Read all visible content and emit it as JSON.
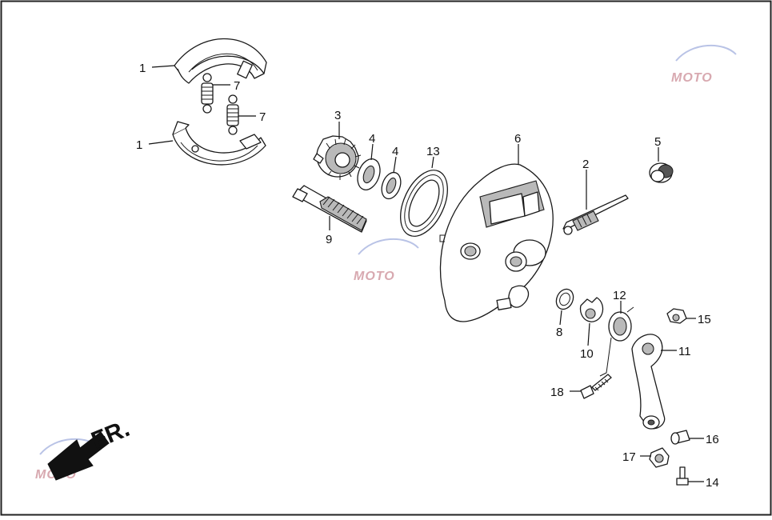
{
  "watermark": {
    "text": "MOTO",
    "color": "#d8a9b0",
    "icon": "moto-watermark-icon"
  },
  "direction": {
    "label": "FR.",
    "icon": "arrow-front-icon"
  },
  "callouts": [
    {
      "id": "1a",
      "label": "1"
    },
    {
      "id": "1b",
      "label": "1"
    },
    {
      "id": "7a",
      "label": "7"
    },
    {
      "id": "7b",
      "label": "7"
    },
    {
      "id": "3",
      "label": "3"
    },
    {
      "id": "4a",
      "label": "4"
    },
    {
      "id": "4b",
      "label": "4"
    },
    {
      "id": "13",
      "label": "13"
    },
    {
      "id": "6",
      "label": "6"
    },
    {
      "id": "2",
      "label": "2"
    },
    {
      "id": "5",
      "label": "5"
    },
    {
      "id": "9",
      "label": "9"
    },
    {
      "id": "12",
      "label": "12"
    },
    {
      "id": "15",
      "label": "15"
    },
    {
      "id": "8",
      "label": "8"
    },
    {
      "id": "10",
      "label": "10"
    },
    {
      "id": "11",
      "label": "11"
    },
    {
      "id": "18",
      "label": "18"
    },
    {
      "id": "16",
      "label": "16"
    },
    {
      "id": "17",
      "label": "17"
    },
    {
      "id": "14",
      "label": "14"
    }
  ]
}
